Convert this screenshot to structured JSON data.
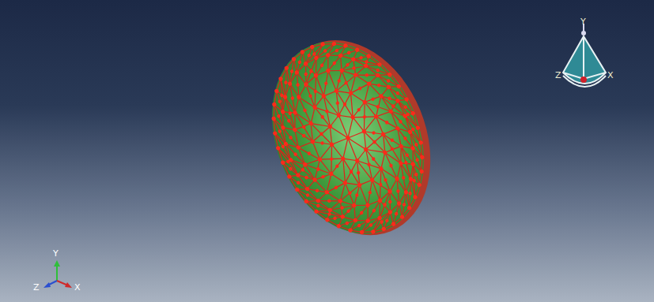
{
  "diagram": {
    "labels": [
      "Y",
      "Z",
      "X",
      "Y",
      "Z",
      "X"
    ]
  }
}
